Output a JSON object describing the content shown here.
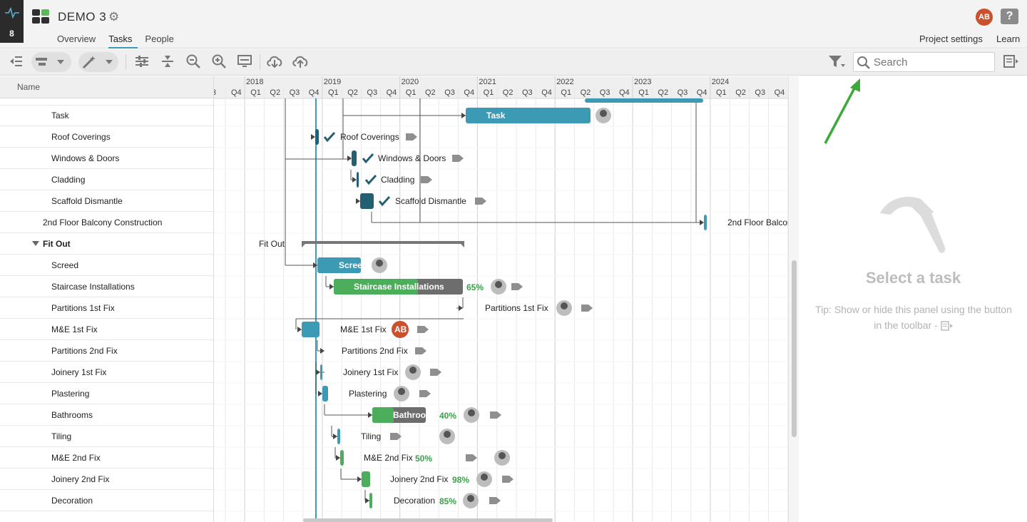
{
  "app": {
    "notification_count": "8",
    "project_title": "DEMO 3",
    "tabs": [
      {
        "label": "Overview"
      },
      {
        "label": "Tasks"
      },
      {
        "label": "People"
      }
    ],
    "user_initials": "AB",
    "help_label": "?",
    "header_links": {
      "project_settings": "Project settings",
      "learn": "Learn"
    }
  },
  "toolbar": {
    "search_placeholder": "Search"
  },
  "names_panel": {
    "header": "Name",
    "rows": [
      {
        "label": "Task",
        "indent": 72
      },
      {
        "label": "Roof Coverings",
        "indent": 72
      },
      {
        "label": "Windows & Doors",
        "indent": 72
      },
      {
        "label": "Cladding",
        "indent": 72
      },
      {
        "label": "Scaffold Dismantle",
        "indent": 72
      },
      {
        "label": "2nd Floor Balcony Construction",
        "indent": 60
      },
      {
        "label": "Fit Out",
        "indent": 60,
        "group": true
      },
      {
        "label": "Screed",
        "indent": 72
      },
      {
        "label": "Staircase Installations",
        "indent": 72
      },
      {
        "label": "Partitions 1st Fix",
        "indent": 72
      },
      {
        "label": "M&E 1st Fix",
        "indent": 72
      },
      {
        "label": "Partitions 2nd Fix",
        "indent": 72
      },
      {
        "label": "Joinery 1st Fix",
        "indent": 72
      },
      {
        "label": "Plastering",
        "indent": 72
      },
      {
        "label": "Bathrooms",
        "indent": 72
      },
      {
        "label": "Tiling",
        "indent": 72
      },
      {
        "label": "M&E 2nd Fix",
        "indent": 72
      },
      {
        "label": "Joinery 2nd Fix",
        "indent": 72
      },
      {
        "label": "Decoration",
        "indent": 72
      }
    ]
  },
  "timeline": {
    "years": [
      "2018",
      "2019",
      "2020",
      "2021",
      "2022",
      "2023",
      "2024"
    ],
    "quarters": [
      "3",
      "Q4",
      "Q1",
      "Q2",
      "Q3",
      "Q4",
      "Q1",
      "Q2",
      "Q3",
      "Q4",
      "Q1",
      "Q2",
      "Q3",
      "Q4",
      "Q1",
      "Q2",
      "Q3",
      "Q4",
      "Q1",
      "Q2",
      "Q3",
      "Q4",
      "Q1",
      "Q2",
      "Q3",
      "Q4",
      "Q1",
      "Q2",
      "Q3",
      "Q4"
    ]
  },
  "gantt": {
    "fit_out_label": "Fit Out",
    "labels": {
      "task": "Task",
      "roof": "Roof Coverings",
      "windows": "Windows & Doors",
      "cladding": "Cladding",
      "scaffold": "Scaffold Dismantle",
      "balcony": "2nd Floor Balcony Construction",
      "screed": "Screed",
      "staircase": "Staircase Installations",
      "partitions1": "Partitions 1st Fix",
      "me1": "M&E 1st Fix",
      "partitions2": "Partitions 2nd Fix",
      "joinery1": "Joinery 1st Fix",
      "plastering": "Plastering",
      "bathrooms": "Bathrooms",
      "tiling": "Tiling",
      "me2": "M&E 2nd Fix",
      "joinery2": "Joinery 2nd Fix",
      "decoration": "Decoration"
    },
    "percents": {
      "staircase": "65%",
      "bathrooms": "40%",
      "me2": "50%",
      "joinery2": "98%",
      "decoration": "85%"
    },
    "me1_initials": "AB",
    "colors": {
      "teal": "#3d9ab4",
      "dark_teal": "#245f72",
      "green": "#4cae5b",
      "gray": "#6d6d6d",
      "today": "#3d9ab4"
    }
  },
  "detail_panel": {
    "title": "Select a task",
    "tip": "Tip: Show or hide this panel using the button in the toolbar -"
  }
}
